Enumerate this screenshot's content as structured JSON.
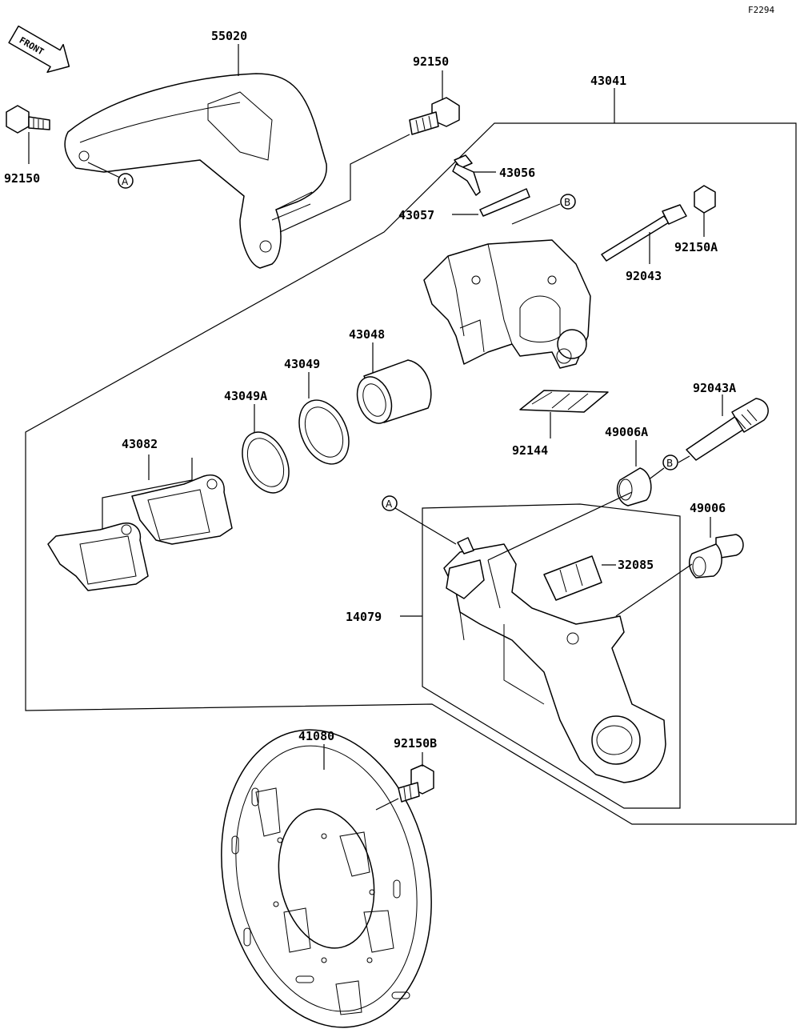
{
  "figure_code": "F2294",
  "front_arrow": "FRONT",
  "labels": {
    "p55020": "55020",
    "p92150_top": "92150",
    "p92150_left": "92150",
    "p43041": "43041",
    "p43056": "43056",
    "p43057": "43057",
    "p92150A": "92150A",
    "p92043": "92043",
    "p43048": "43048",
    "p43049": "43049",
    "p43049A": "43049A",
    "p43082": "43082",
    "p92043A": "92043A",
    "p92144": "92144",
    "p49006A": "49006A",
    "p49006": "49006",
    "p32085": "32085",
    "p14079": "14079",
    "p41080": "41080",
    "p92150B": "92150B"
  },
  "markers": {
    "A": "A",
    "B": "B"
  }
}
